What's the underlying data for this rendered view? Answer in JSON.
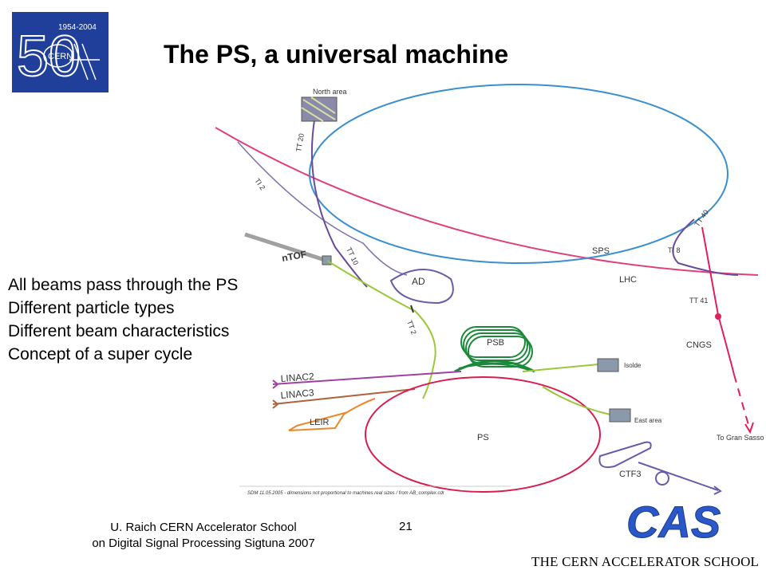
{
  "logo": {
    "years": "1954-2004",
    "number": "50",
    "org": "CERN"
  },
  "title": "The PS, a universal machine",
  "bullets": [
    "All beams pass through the PS",
    "Different particle types",
    "Different beam characteristics",
    "Concept of a super cycle"
  ],
  "diagram": {
    "labels": {
      "north_area": "North area",
      "tt20": "TT 20",
      "ti2": "TI 2",
      "ntof": "nTOF",
      "tt10": "TT 10",
      "ad": "AD",
      "tt2": "TT 2",
      "sps": "SPS",
      "lhc": "LHC",
      "ti8": "TI 8",
      "tt40": "TT 40",
      "tt41": "TT 41",
      "cngs": "CNGS",
      "psb": "PSB",
      "isolde": "Isolde",
      "linac2": "LINAC2",
      "linac3": "LINAC3",
      "leir": "LEIR",
      "east_area": "East area",
      "ps": "PS",
      "gran_sasso": "To Gran Sasso",
      "ctf3": "CTF3",
      "note": "SDM 11.05.2005   -  dimensions not proportional to machines real sizes / from AB_complex.cdr"
    },
    "colors": {
      "sps": "#3a8fd0",
      "lhc": "#e0407a",
      "ps": "#d81e4e",
      "psb": "#1a8a3a",
      "transfer_green": "#9ac83a",
      "transfer_purple": "#6a4a9a",
      "leir": "#e8882a",
      "linac3": "#b0603a",
      "linac2": "#a040a0",
      "cngs": "#e0205a"
    }
  },
  "footer": {
    "line1": "U. Raich  CERN Accelerator School",
    "line2": "on Digital Signal Processing  Sigtuna 2007",
    "page": "21"
  },
  "cas": {
    "logo_text": "CAS",
    "caption": "THE CERN ACCELERATOR SCHOOL"
  }
}
